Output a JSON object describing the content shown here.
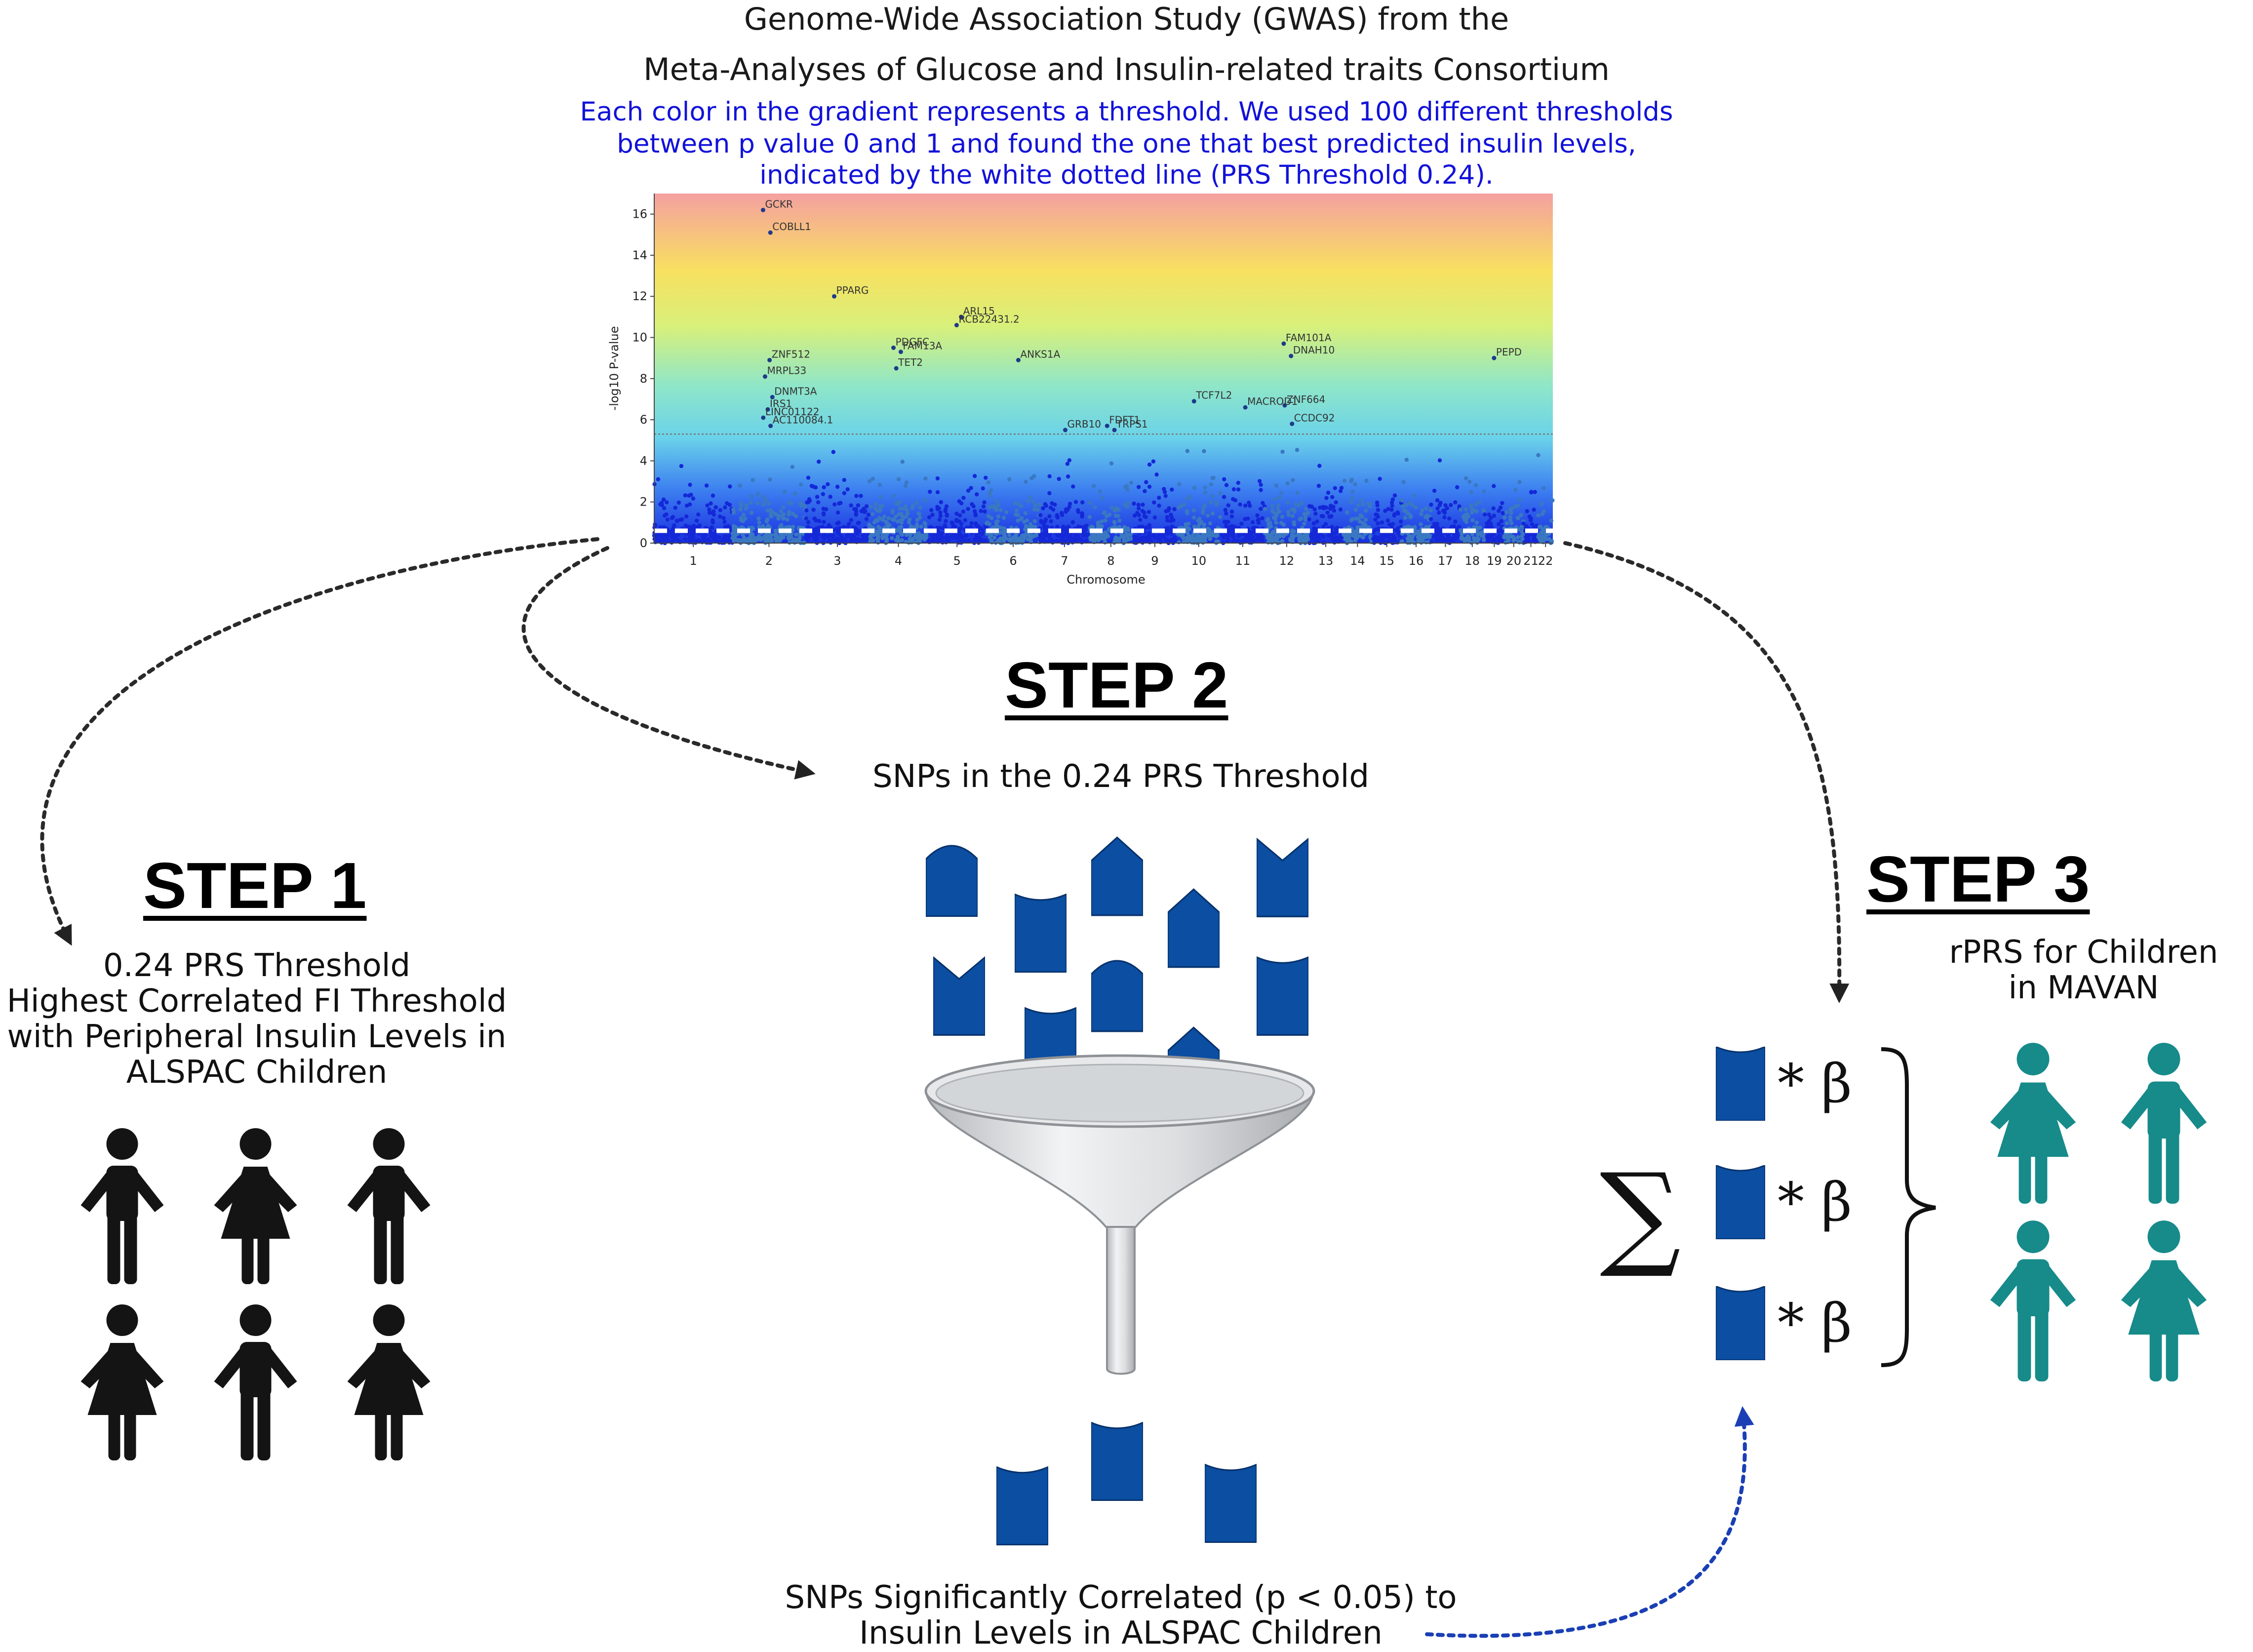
{
  "header": {
    "title_line1": "Genome-Wide Association Study (GWAS) from the",
    "title_line2": "Meta-Analyses of Glucose and Insulin-related traits Consortium",
    "note_line1": "Each color in the gradient represents a threshold. We used 100 different thresholds",
    "note_line2": "between p value 0 and 1 and found the one that best predicted insulin levels,",
    "note_line3": "indicated by the white dotted line (PRS Threshold 0.24)."
  },
  "chart_data": {
    "type": "scatter",
    "title": "",
    "xlabel": "Chromosome",
    "ylabel": "-log10 P-value",
    "ylim": [
      0,
      17
    ],
    "yticks": [
      0,
      2,
      4,
      6,
      8,
      10,
      12,
      14,
      16
    ],
    "categories": [
      "1",
      "2",
      "3",
      "4",
      "5",
      "6",
      "7",
      "8",
      "9",
      "10",
      "11",
      "12",
      "13",
      "14",
      "15",
      "16",
      "17",
      "18",
      "19",
      "20",
      "21",
      "22"
    ],
    "significance_line": 5.3,
    "prs_threshold_line": 0.6,
    "labeled_snps": [
      {
        "gene": "GCKR",
        "chromosome": "2",
        "y": 16.2
      },
      {
        "gene": "COBLL1",
        "chromosome": "2",
        "y": 15.1
      },
      {
        "gene": "PPARG",
        "chromosome": "3",
        "y": 12.0
      },
      {
        "gene": "ARL15",
        "chromosome": "5",
        "y": 11.0
      },
      {
        "gene": "RCB22431.2",
        "chromosome": "5",
        "y": 10.6
      },
      {
        "gene": "PDGFC",
        "chromosome": "4",
        "y": 9.5
      },
      {
        "gene": "FAM13A",
        "chromosome": "4",
        "y": 9.3
      },
      {
        "gene": "TET2",
        "chromosome": "4",
        "y": 8.5
      },
      {
        "gene": "ANKS1A",
        "chromosome": "6",
        "y": 8.9
      },
      {
        "gene": "ZNF512",
        "chromosome": "2",
        "y": 8.9
      },
      {
        "gene": "MRPL33",
        "chromosome": "2",
        "y": 8.1
      },
      {
        "gene": "DNMT3A",
        "chromosome": "2",
        "y": 7.1
      },
      {
        "gene": "IRS1",
        "chromosome": "2",
        "y": 6.5
      },
      {
        "gene": "LINC01122",
        "chromosome": "2",
        "y": 6.1
      },
      {
        "gene": "AC110084.1",
        "chromosome": "2",
        "y": 5.7
      },
      {
        "gene": "FAM101A",
        "chromosome": "12",
        "y": 9.7
      },
      {
        "gene": "DNAH10",
        "chromosome": "12",
        "y": 9.1
      },
      {
        "gene": "PEPD",
        "chromosome": "19",
        "y": 9.0
      },
      {
        "gene": "TCF7L2",
        "chromosome": "10",
        "y": 6.9
      },
      {
        "gene": "MACROD1",
        "chromosome": "11",
        "y": 6.6
      },
      {
        "gene": "ZNF664",
        "chromosome": "12",
        "y": 6.7
      },
      {
        "gene": "CCDC92",
        "chromosome": "12",
        "y": 5.8
      },
      {
        "gene": "GRB10",
        "chromosome": "7",
        "y": 5.5
      },
      {
        "gene": "FDFT1",
        "chromosome": "8",
        "y": 5.7
      },
      {
        "gene": "TRPS1",
        "chromosome": "8",
        "y": 5.5
      }
    ],
    "colors": {
      "gradient_top": "#f4a5a5",
      "gradient_mid": "#f2f24d",
      "gradient_low": "#7fdde0",
      "gradient_bottom": "#0d2bd8",
      "points_dark": "#1428d8",
      "points_light": "#3a78c2"
    }
  },
  "step1": {
    "title": "STEP 1",
    "line1": "0.24 PRS Threshold",
    "line2": "Highest Correlated FI Threshold",
    "line3": "with Peripheral Insulin Levels in",
    "line4": "ALSPAC Children"
  },
  "step2": {
    "title": "STEP 2",
    "top_caption": "SNPs in the 0.24 PRS Threshold",
    "bottom_line1": "SNPs Significantly Correlated (p < 0.05) to",
    "bottom_line2": "Insulin Levels in ALSPAC Children"
  },
  "step3": {
    "title": "STEP 3",
    "line1": "rPRS for Children",
    "line2": "in MAVAN",
    "sum_symbol": "∑",
    "beta_term": "* β"
  },
  "colors": {
    "snp_blue": "#0b4ea2",
    "teal_people": "#178a8a",
    "black_people": "#141414",
    "arrow_blue": "#1a3fb5"
  }
}
